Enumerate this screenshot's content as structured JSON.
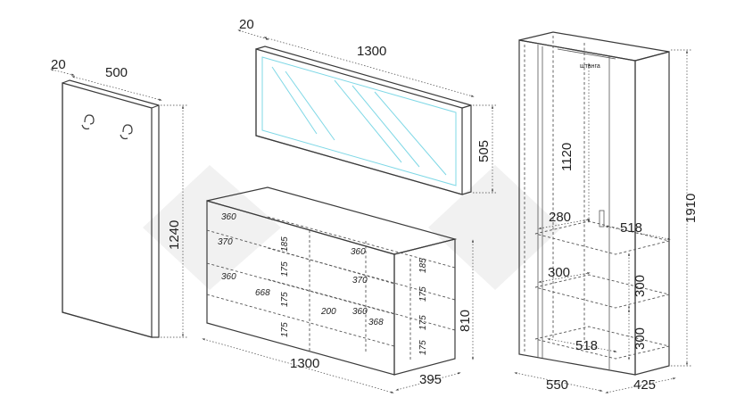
{
  "panel": {
    "depth": "20",
    "width": "500",
    "height": "1240"
  },
  "mirror": {
    "depth": "20",
    "width": "1300",
    "height": "505"
  },
  "dresser": {
    "width": "1300",
    "depth": "395",
    "height": "810",
    "inner_left_widths": [
      "360",
      "370",
      "360",
      "668"
    ],
    "inner_right_widths": [
      "360",
      "370",
      "200",
      "360",
      "368"
    ],
    "shelf_heights_left": [
      "185",
      "175",
      "175",
      "175"
    ],
    "shelf_heights_right": [
      "185",
      "175",
      "175",
      "175"
    ]
  },
  "wardrobe": {
    "width": "550",
    "depth": "425",
    "height": "1910",
    "upper_height": "1120",
    "shelf_spacing_1": "300",
    "shelf_spacing_2": "300",
    "shelf_width_left": "280",
    "shelf_width_right": "518",
    "shelf_width_mid": "300",
    "shelf_width_bottom": "518",
    "rail_label": "штанга"
  }
}
